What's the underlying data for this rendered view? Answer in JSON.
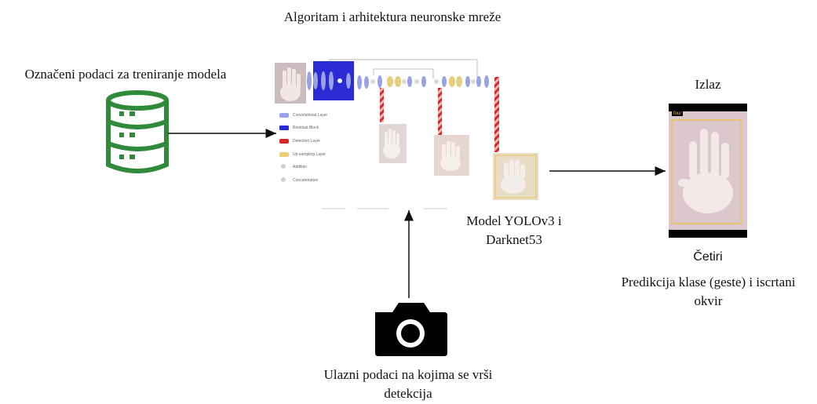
{
  "labels": {
    "architecture_title": "Algoritam i arhitektura neuronske mreže",
    "training_data": "Označeni podaci za treniranje modela",
    "model": "Model YOLOv3 i Darknet53",
    "output_title": "Izlaz",
    "output_class": "Četiri",
    "output_desc": "Predikcija klase (geste) i iscrtani okvir",
    "input_desc": "Ulazni podaci na kojima se vrši detekcija"
  },
  "output_image": {
    "class_tag": "four"
  },
  "legend": [
    {
      "label": "Convolutional Layer",
      "color": "#9aa2e6"
    },
    {
      "label": "Residual Block",
      "color": "#2b2bd6"
    },
    {
      "label": "Detection Layer",
      "color": "#d42a2a"
    },
    {
      "label": "Up-sampling Layer",
      "color": "#e6cf7a"
    },
    {
      "label": "Addition",
      "color": "#d0d0d0"
    },
    {
      "label": "Concatenation",
      "color": "#d0d0d0"
    }
  ],
  "icons": {
    "database": "database-icon",
    "camera": "camera-icon"
  },
  "colors": {
    "database": "#2f8a3a",
    "detection": "#d42a2a",
    "residual": "#2b2bd6",
    "conv": "#9aa2e6",
    "upsample": "#e6cf7a",
    "bbox": "#e8c35a"
  }
}
